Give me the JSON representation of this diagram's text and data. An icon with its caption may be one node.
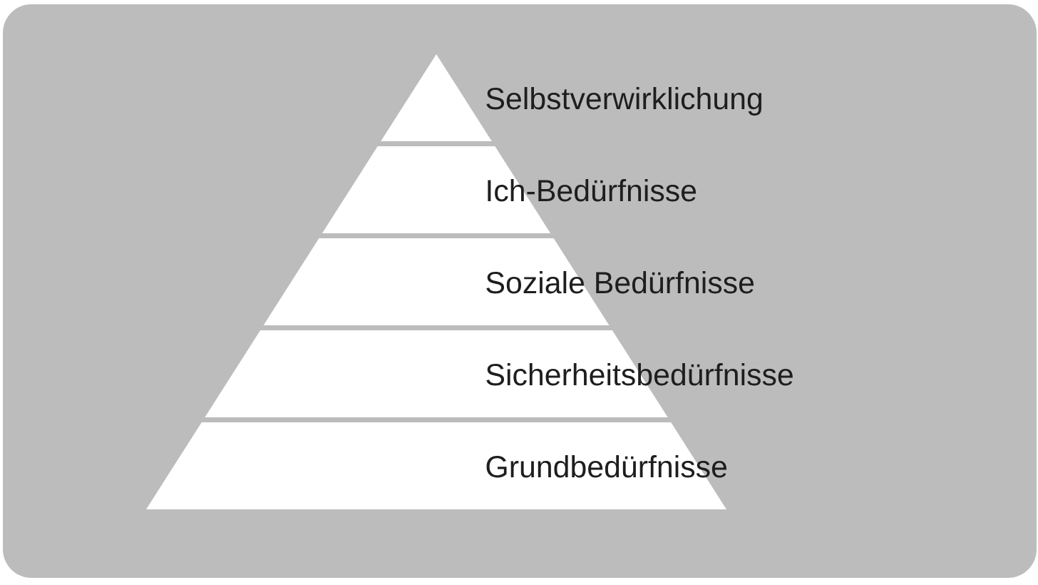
{
  "diagram": {
    "nodes": [
      {
        "text": [
          "Selbstverwirklichung"
        ]
      },
      {
        "text": [
          "Ich-Bedürfnisse"
        ]
      },
      {
        "text": [
          "Soziale Bedürfnisse"
        ]
      },
      {
        "text": [
          "Sicherheitsbedürfnisse"
        ]
      },
      {
        "text": [
          "Grundbedürfnisse"
        ]
      }
    ]
  }
}
